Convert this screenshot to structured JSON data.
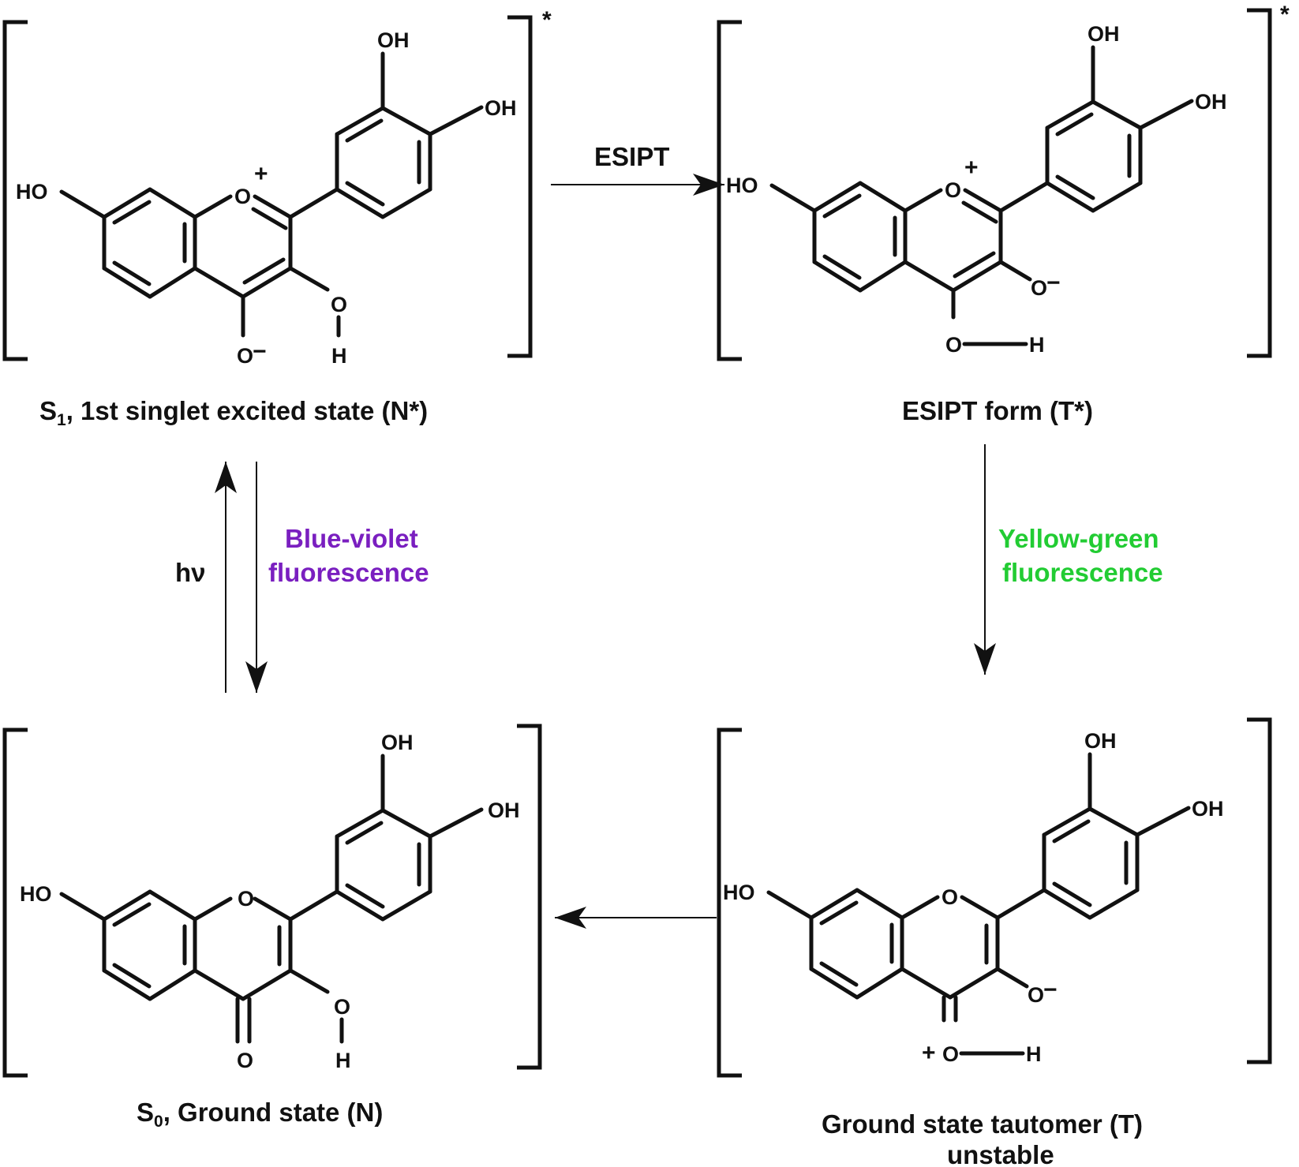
{
  "colors": {
    "ink": "#111111",
    "blue_violet": "#7a1fc0",
    "yellow_green": "#22cc33"
  },
  "states": {
    "s1": {
      "label_prefix": "S",
      "label_sub": "1",
      "label_rest": ", 1st singlet excited state (N*)",
      "excited_mark": "*",
      "ring_o": "O",
      "ring_o_charge": "+",
      "oxide": "O",
      "oxide_charge": "−",
      "hydroxyl_o": "O",
      "hydroxyl_h": "H",
      "ho_left": "HO",
      "oh_top": "OH",
      "oh_right": "OH"
    },
    "t_star": {
      "label": "ESIPT form (T*)",
      "excited_mark": "*",
      "ring_o": "O",
      "ring_o_charge": "+",
      "oxide": "O",
      "oxide_charge": "−",
      "hydroxyl_o": "O",
      "hydroxyl_h": "H",
      "ho_left": "HO",
      "oh_top": "OH",
      "oh_right": "OH"
    },
    "s0": {
      "label_prefix": "S",
      "label_sub": "0",
      "label_rest": ", Ground state (N)",
      "ring_o": "O",
      "carbonyl_o": "O",
      "hydroxyl_o": "O",
      "hydroxyl_h": "H",
      "ho_left": "HO",
      "oh_top": "OH",
      "oh_right": "OH"
    },
    "t": {
      "label_line1": "Ground state tautomer (T)",
      "label_line2": "unstable",
      "ring_o": "O",
      "oxide": "O",
      "oxide_charge": "−",
      "oxonium_o": "O",
      "oxonium_charge": "+",
      "hydroxyl_h": "H",
      "ho_left": "HO",
      "oh_top": "OH",
      "oh_right": "OH"
    }
  },
  "arrows": {
    "esipt_label": "ESIPT",
    "excitation_label": "hν",
    "blue_line1": "Blue-violet",
    "blue_line2": "fluorescence",
    "yellow_line1": "Yellow-green",
    "yellow_line2": "fluorescence"
  }
}
